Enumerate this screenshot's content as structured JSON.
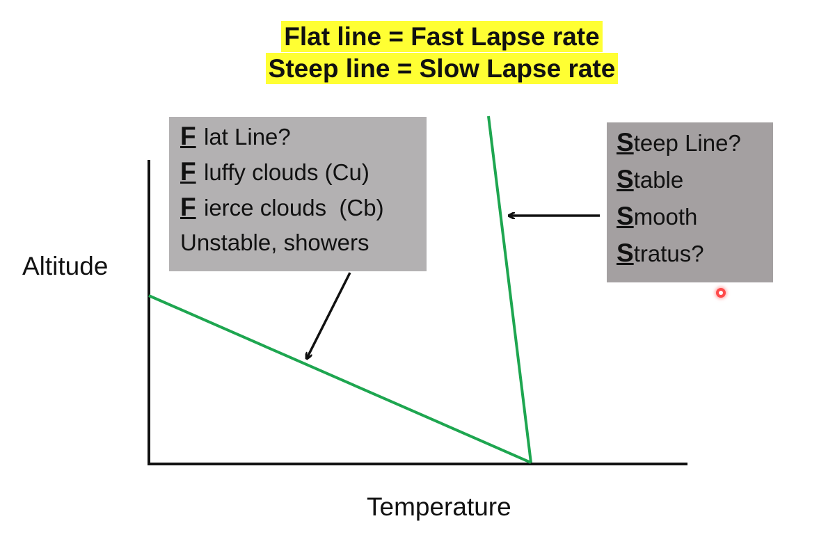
{
  "title": {
    "line1": "Flat line = Fast Lapse rate",
    "line2": "Steep line = Slow Lapse rate"
  },
  "axes": {
    "y_label": "Altitude",
    "x_label": "Temperature"
  },
  "flat_box": {
    "lines": [
      {
        "initial": "F",
        "rest": "lat Line?"
      },
      {
        "initial": "F",
        "rest": "luffy clouds (Cu)"
      },
      {
        "initial": "F",
        "rest": "ierce clouds  (Cb)"
      },
      {
        "initial": "",
        "rest": "Unstable, showers"
      }
    ]
  },
  "steep_box": {
    "lines": [
      {
        "initial": "S",
        "rest": "teep Line?"
      },
      {
        "initial": "S",
        "rest": "table"
      },
      {
        "initial": "S",
        "rest": "mooth"
      },
      {
        "initial": "S",
        "rest": "tratus?"
      }
    ]
  },
  "colors": {
    "title_highlight": "#ffff33",
    "line_green": "#1ea650",
    "axis": "#111111",
    "flat_box_bg": "#b3b1b2",
    "steep_box_bg": "#a4a0a1",
    "pointer": "#ff4a4a"
  }
}
